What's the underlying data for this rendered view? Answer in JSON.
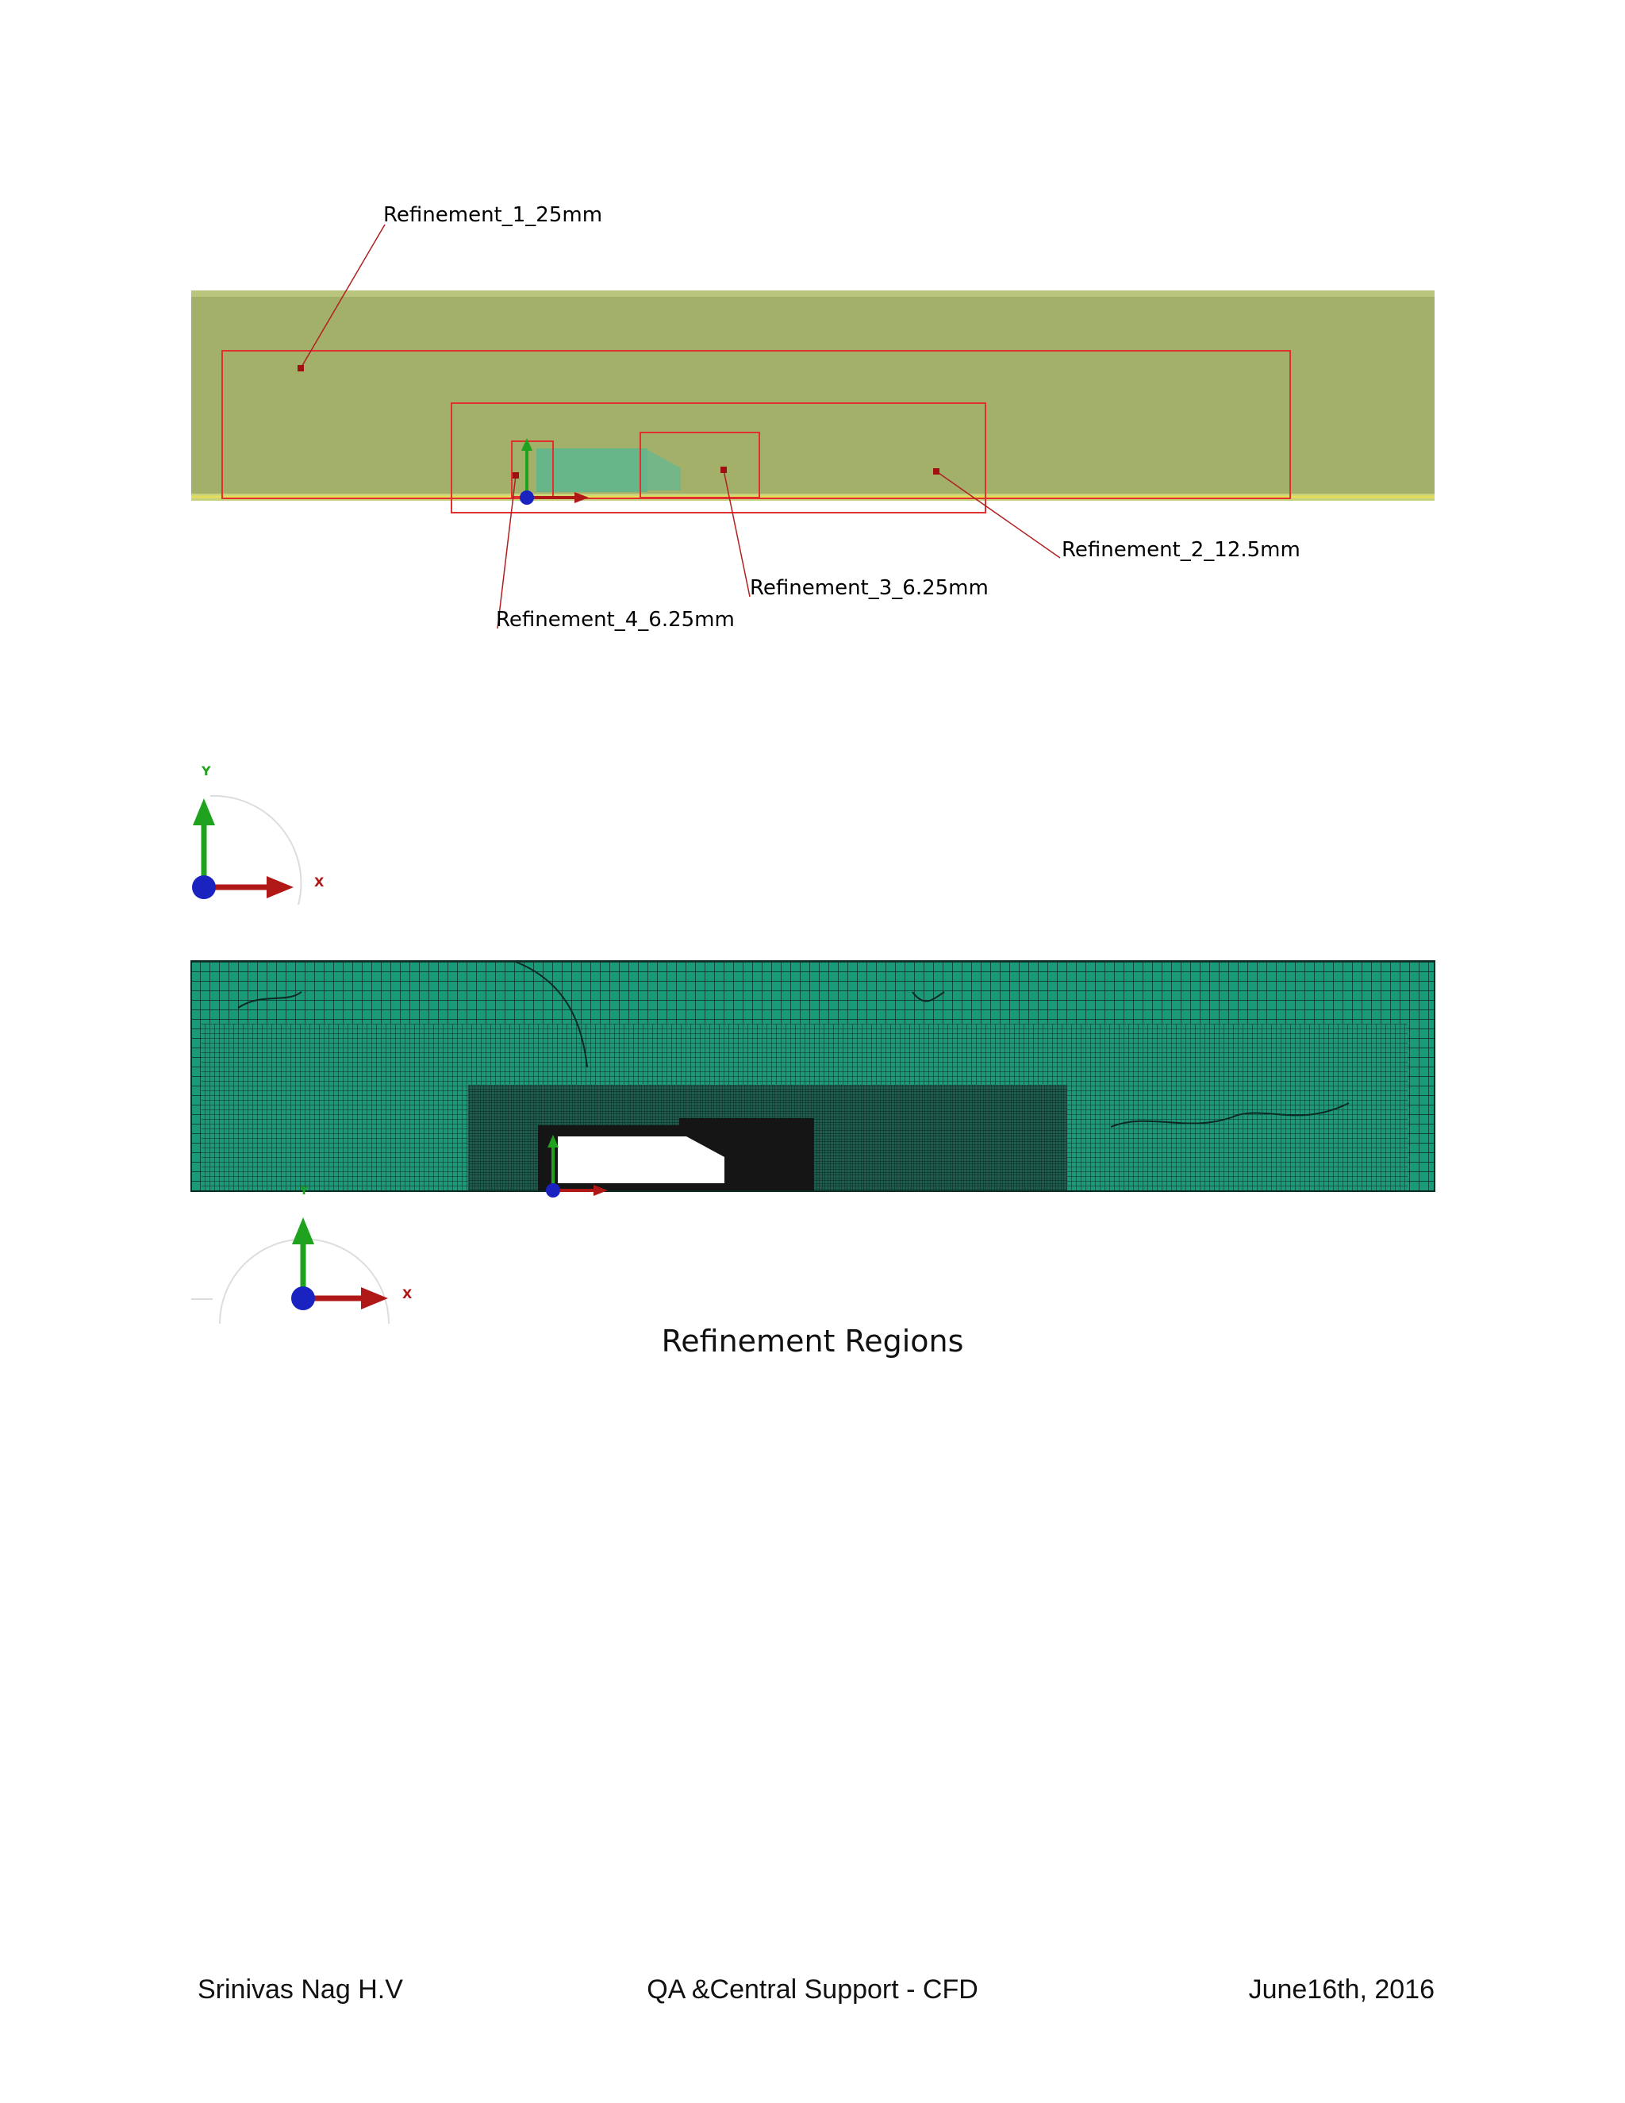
{
  "figure": {
    "refinements": [
      {
        "id": "ref1",
        "label": "Refinement_1_25mm"
      },
      {
        "id": "ref2",
        "label": "Refinement_2_12.5mm"
      },
      {
        "id": "ref3",
        "label": "Refinement_3_6.25mm"
      },
      {
        "id": "ref4",
        "label": "Refinement_4_6.25mm"
      }
    ],
    "triad_top": {
      "y_label": "Y",
      "x_label": "X"
    },
    "triad_bottom": {
      "y_label": "Y",
      "x_label": "X"
    },
    "caption": "Refinement Regions"
  },
  "colors": {
    "domain_fill": "#a3b06a",
    "mesh_fill": "#1a9a78",
    "refinement_box": "#e03030",
    "axis_y": "#1fa31f",
    "axis_x": "#b01818",
    "axis_origin": "#1a22c0"
  },
  "footer": {
    "author": "Srinivas Nag H.V",
    "department": "QA &Central Support - CFD",
    "date": "June16th, 2016"
  }
}
